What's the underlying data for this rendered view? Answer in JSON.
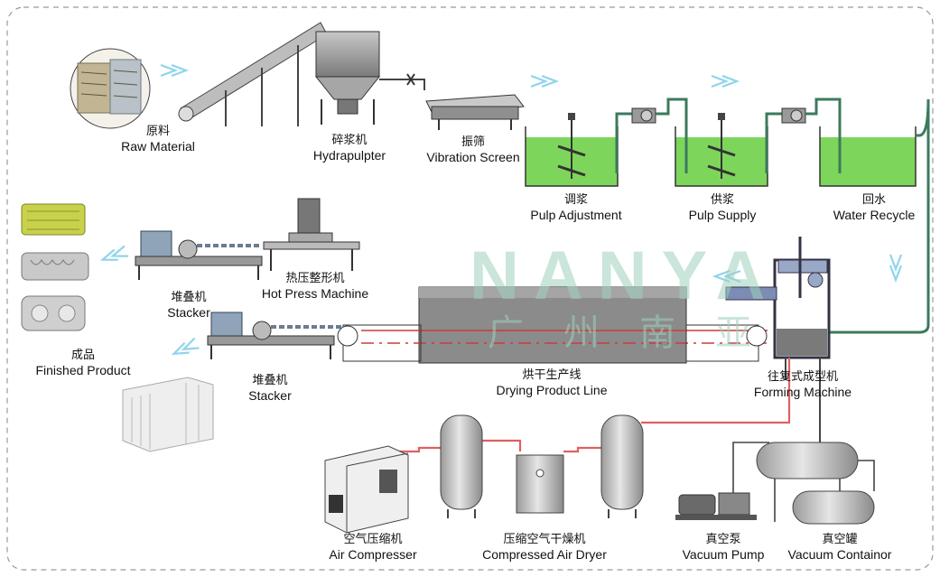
{
  "colors": {
    "pulp_green": "#7dd65b",
    "pipe_red": "#e06060",
    "pipe_green": "#3c7a5c",
    "arrow_blue": "#8fd4ec",
    "steel": "#6d6d6d",
    "watermark": "#9fd0bd"
  },
  "labels": {
    "raw_material": {
      "zh": "原料",
      "en": "Raw Material"
    },
    "hydrapulpter": {
      "zh": "碎浆机",
      "en": "Hydrapulpter"
    },
    "vibration_screen": {
      "zh": "振筛",
      "en": "Vibration Screen"
    },
    "pulp_adjustment": {
      "zh": "调浆",
      "en": "Pulp Adjustment"
    },
    "pulp_supply": {
      "zh": "供浆",
      "en": "Pulp Supply"
    },
    "water_recycle": {
      "zh": "回水",
      "en": "Water Recycle"
    },
    "hot_press": {
      "zh": "热压整形机",
      "en": "Hot Press Machine"
    },
    "stacker_top": {
      "zh": "堆叠机",
      "en": "Stacker"
    },
    "stacker_bottom": {
      "zh": "堆叠机",
      "en": "Stacker"
    },
    "finished_product": {
      "zh": "成品",
      "en": "Finished Product"
    },
    "drying_line": {
      "zh": "烘干生产线",
      "en": "Drying Product Line"
    },
    "forming_machine": {
      "zh": "往复式成型机",
      "en": "Forming Machine"
    },
    "air_compressor": {
      "zh": "空气压缩机",
      "en": "Air Compresser"
    },
    "air_dryer": {
      "zh": "压缩空气干燥机",
      "en": "Compressed Air Dryer"
    },
    "vacuum_pump": {
      "zh": "真空泵",
      "en": "Vacuum Pump"
    },
    "vacuum_container": {
      "zh": "真空罐",
      "en": "Vacuum Containor"
    }
  },
  "watermark": {
    "en": "NANYA",
    "zh": "广州南亚"
  }
}
